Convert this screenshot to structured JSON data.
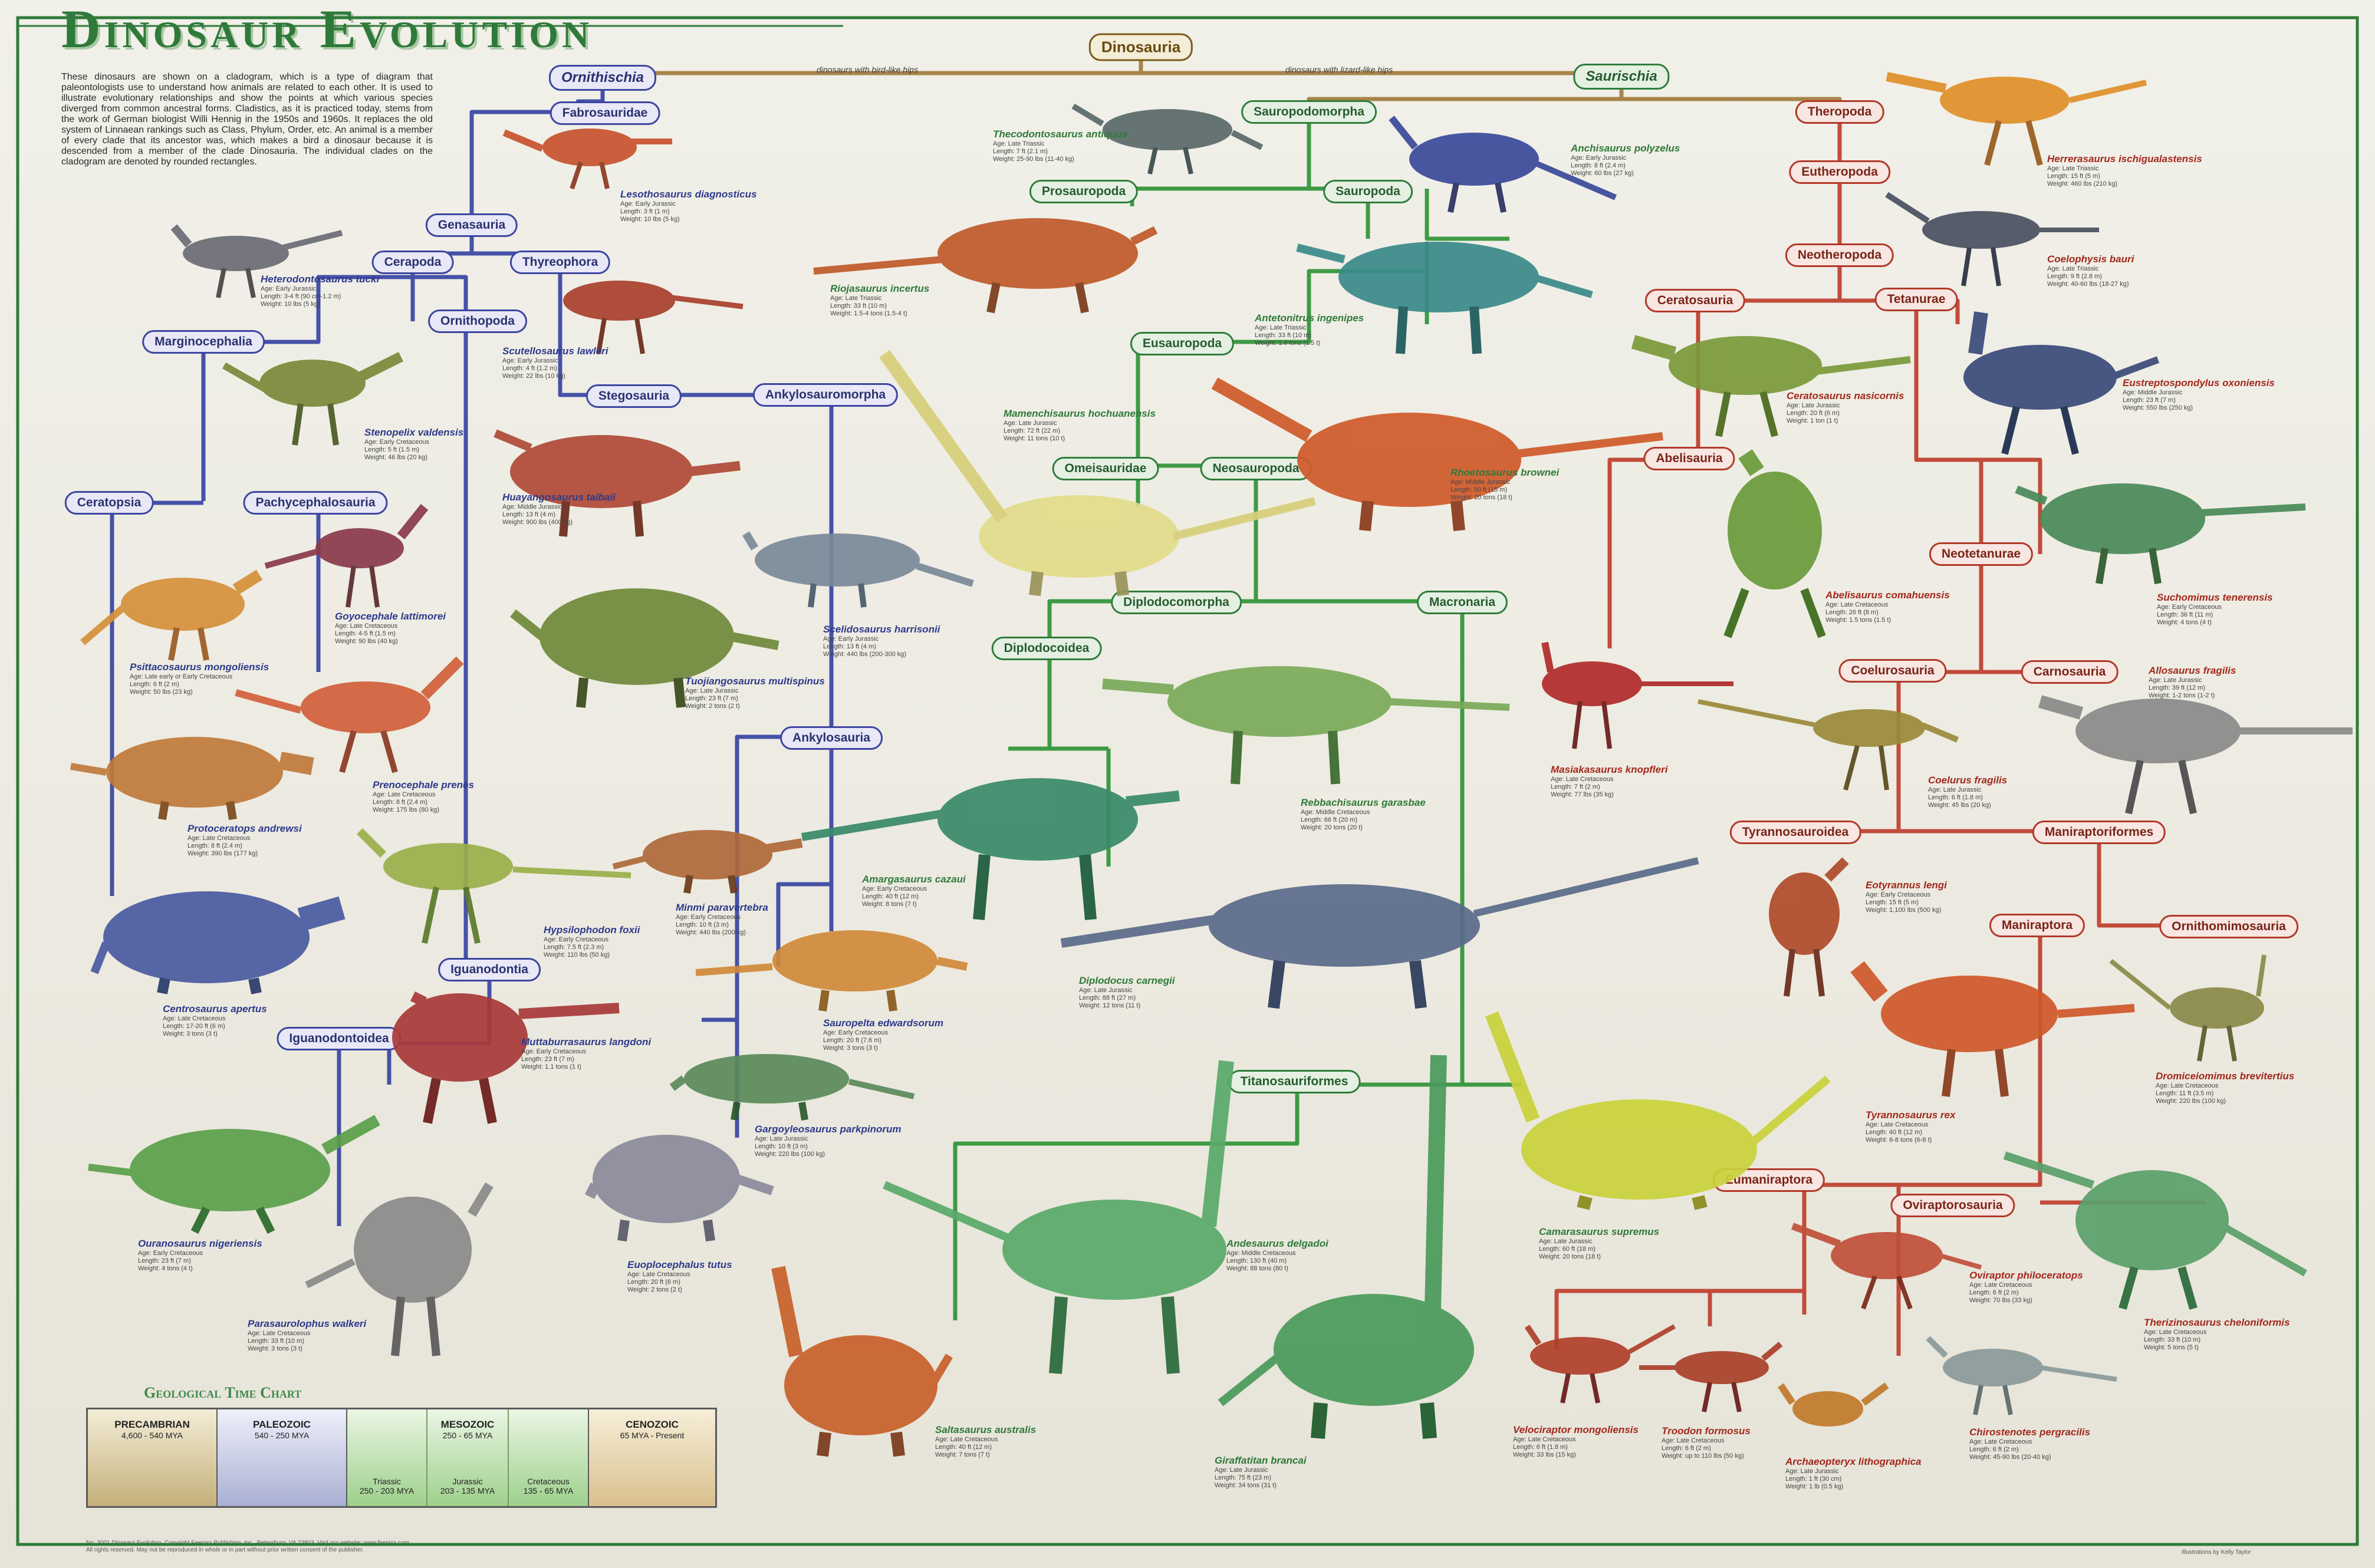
{
  "title": "Dinosaur Evolution",
  "intro": "These dinosaurs are shown on a cladogram, which is a type of diagram that paleontologists use to understand how animals are related to each other. It is used to illustrate evolutionary relationships and show the points at which various species diverged from common ancestral forms. Cladistics, as it is practiced today, stems from the work of German biologist Willi Hennig in the 1950s and 1960s. It replaces the old system of Linnaean rankings such as Class, Phylum, Order, etc. An animal is a member of every clade that its ancestor was, which makes a bird a dinosaur because it is descended from a member of the clade Dinosauria. The individual clades on the cladogram are denoted by rounded rectangles.",
  "hips": {
    "bird": "dinosaurs with bird-like hips",
    "lizard": "dinosaurs with lizard-like hips"
  },
  "colors": {
    "ornithischia": "#4651a8",
    "sauropodomorpha": "#3f9a45",
    "theropoda": "#c24b3a",
    "root": "#a8844a",
    "title": "#2f7a3a"
  },
  "clades": {
    "dinosauria": "Dinosauria",
    "ornithischia": "Ornithischia",
    "saurischia": "Saurischia",
    "fabrosauridae": "Fabrosauridae",
    "genasauria": "Genasauria",
    "cerapoda": "Cerapoda",
    "thyreophora": "Thyreophora",
    "ornithopoda": "Ornithopoda",
    "marginocephalia": "Marginocephalia",
    "stegosauria": "Stegosauria",
    "ankylosauromorpha": "Ankylosauromorpha",
    "ceratopsia": "Ceratopsia",
    "pachycephalosauria": "Pachycephalosauria",
    "ankylosauria": "Ankylosauria",
    "iguanodontia": "Iguanodontia",
    "iguanodontoidea": "Iguanodontoidea",
    "sauropodomorpha": "Sauropodomorpha",
    "prosauropoda": "Prosauropoda",
    "sauropoda": "Sauropoda",
    "eusauropoda": "Eusauropoda",
    "omeisauridae": "Omeisauridae",
    "neosauropoda": "Neosauropoda",
    "diplodocomorpha": "Diplodocomorpha",
    "macronaria": "Macronaria",
    "diplodocoidea": "Diplodocoidea",
    "titanosauriformes": "Titanosauriformes",
    "theropoda": "Theropoda",
    "eutheropoda": "Eutheropoda",
    "neotheropoda": "Neotheropoda",
    "ceratosauria": "Ceratosauria",
    "tetanurae": "Tetanurae",
    "abelisauria": "Abelisauria",
    "neotetanurae": "Neotetanurae",
    "coelurosauria": "Coelurosauria",
    "carnosauria": "Carnosauria",
    "tyrannosauroidea": "Tyrannosauroidea",
    "maniraptoriformes": "Maniraptoriformes",
    "maniraptora": "Maniraptora",
    "ornithomimosauria": "Ornithomimosauria",
    "eumaniraptora": "Eumaniraptora",
    "oviraptorosauria": "Oviraptorosauria"
  },
  "species": [
    {
      "name": "Lesothosaurus diagnosticus",
      "info": "Age: Early Jurassic\nLength: 3 ft (1 m)\nWeight: 10 lbs (5 kg)",
      "group": "o"
    },
    {
      "name": "Heterodontosaurus tucki",
      "info": "Age: Early Jurassic\nLength: 3-4 ft (90 cm-1.2 m)\nWeight: 10 lbs (5 kg)",
      "group": "o"
    },
    {
      "name": "Scutellosaurus lawleri",
      "info": "Age: Early Jurassic\nLength: 4 ft (1.2 m)\nWeight: 22 lbs (10 kg)",
      "group": "o"
    },
    {
      "name": "Stenopelix valdensis",
      "info": "Age: Early Cretaceous\nLength: 5 ft (1.5 m)\nWeight: 46 lbs (20 kg)",
      "group": "o"
    },
    {
      "name": "Huayangosaurus taibaii",
      "info": "Age: Middle Jurassic\nLength: 13 ft (4 m)\nWeight: 900 lbs (400 kg)",
      "group": "o"
    },
    {
      "name": "Goyocephale lattimorei",
      "info": "Age: Late Cretaceous\nLength: 4-5 ft (1.5 m)\nWeight: 90 lbs (40 kg)",
      "group": "o"
    },
    {
      "name": "Psittacosaurus mongoliensis",
      "info": "Age: Late early or Early Cretaceous\nLength: 6 ft (2 m)\nWeight: 50 lbs (23 kg)",
      "group": "o"
    },
    {
      "name": "Tuojiangosaurus multispinus",
      "info": "Age: Late Jurassic\nLength: 23 ft (7 m)\nWeight: 2 tons (2 t)",
      "group": "o"
    },
    {
      "name": "Scelidosaurus harrisonii",
      "info": "Age: Early Jurassic\nLength: 13 ft (4 m)\nWeight: 440 lbs (200-300 kg)",
      "group": "o"
    },
    {
      "name": "Prenocephale prenes",
      "info": "Age: Late Cretaceous\nLength: 8 ft (2.4 m)\nWeight: 175 lbs (80 kg)",
      "group": "o"
    },
    {
      "name": "Protoceratops andrewsi",
      "info": "Age: Late Cretaceous\nLength: 8 ft (2.4 m)\nWeight: 390 lbs (177 kg)",
      "group": "o"
    },
    {
      "name": "Hypsilophodon foxii",
      "info": "Age: Early Cretaceous\nLength: 7.5 ft (2.3 m)\nWeight: 110 lbs (50 kg)",
      "group": "o"
    },
    {
      "name": "Minmi paravertebra",
      "info": "Age: Early Cretaceous\nLength: 10 ft (3 m)\nWeight: 440 lbs (200 kg)",
      "group": "o"
    },
    {
      "name": "Centrosaurus apertus",
      "info": "Age: Late Cretaceous\nLength: 17-20 ft (6 m)\nWeight: 3 tons (3 t)",
      "group": "o"
    },
    {
      "name": "Muttaburrasaurus langdoni",
      "info": "Age: Early Cretaceous\nLength: 23 ft (7 m)\nWeight: 1.1 tons (1 t)",
      "group": "o"
    },
    {
      "name": "Sauropelta edwardsorum",
      "info": "Age: Early Cretaceous\nLength: 20 ft (7.6 m)\nWeight: 3 tons (3 t)",
      "group": "o"
    },
    {
      "name": "Gargoyleosaurus parkpinorum",
      "info": "Age: Late Jurassic\nLength: 10 ft (3 m)\nWeight: 220 lbs (100 kg)",
      "group": "o"
    },
    {
      "name": "Ouranosaurus nigeriensis",
      "info": "Age: Early Cretaceous\nLength: 23 ft (7 m)\nWeight: 4 tons (4 t)",
      "group": "o"
    },
    {
      "name": "Euoplocephalus tutus",
      "info": "Age: Late Cretaceous\nLength: 20 ft (6 m)\nWeight: 2 tons (2 t)",
      "group": "o"
    },
    {
      "name": "Parasaurolophus walkeri",
      "info": "Age: Late Cretaceous\nLength: 33 ft (10 m)\nWeight: 3 tons (3 t)",
      "group": "o"
    },
    {
      "name": "Thecodontosaurus antiquus",
      "info": "Age: Late Triassic\nLength: 7 ft (2.1 m)\nWeight: 25-90 lbs (11-40 kg)",
      "group": "s"
    },
    {
      "name": "Anchisaurus polyzelus",
      "info": "Age: Early Jurassic\nLength: 8 ft (2.4 m)\nWeight: 60 lbs (27 kg)",
      "group": "s"
    },
    {
      "name": "Riojasaurus incertus",
      "info": "Age: Late Triassic\nLength: 33 ft (10 m)\nWeight: 1.5-4 tons (1.5-4 t)",
      "group": "s"
    },
    {
      "name": "Antetonitrus ingenipes",
      "info": "Age: Late Triassic\nLength: 33 ft (10 m)\nWeight: 1.6 tons (1.5 t)",
      "group": "s"
    },
    {
      "name": "Mamenchisaurus hochuanensis",
      "info": "Age: Late Jurassic\nLength: 72 ft (22 m)\nWeight: 11 tons (10 t)",
      "group": "s"
    },
    {
      "name": "Rhoetosaurus brownei",
      "info": "Age: Middle Jurassic\nLength: 50 ft (15 m)\nWeight: 20 tons (18 t)",
      "group": "s"
    },
    {
      "name": "Rebbachisaurus garasbae",
      "info": "Age: Middle Cretaceous\nLength: 66 ft (20 m)\nWeight: 20 tons (20 t)",
      "group": "s"
    },
    {
      "name": "Amargasaurus cazaui",
      "info": "Age: Early Cretaceous\nLength: 40 ft (12 m)\nWeight: 8 tons (7 t)",
      "group": "s"
    },
    {
      "name": "Diplodocus carnegii",
      "info": "Age: Late Jurassic\nLength: 88 ft (27 m)\nWeight: 12 tons (11 t)",
      "group": "s"
    },
    {
      "name": "Camarasaurus supremus",
      "info": "Age: Late Jurassic\nLength: 60 ft (18 m)\nWeight: 20 tons (18 t)",
      "group": "s"
    },
    {
      "name": "Andesaurus delgadoi",
      "info": "Age: Middle Cretaceous\nLength: 130 ft (40 m)\nWeight: 88 tons (80 t)",
      "group": "s"
    },
    {
      "name": "Saltasaurus australis",
      "info": "Age: Late Cretaceous\nLength: 40 ft (12 m)\nWeight: 7 tons (7 t)",
      "group": "s"
    },
    {
      "name": "Giraffatitan brancai",
      "info": "Age: Late Jurassic\nLength: 75 ft (23 m)\nWeight: 34 tons (31 t)",
      "group": "s"
    },
    {
      "name": "Herrerasaurus ischigualastensis",
      "info": "Age: Late Triassic\nLength: 15 ft (5 m)\nWeight: 460 lbs (210 kg)",
      "group": "t"
    },
    {
      "name": "Coelophysis bauri",
      "info": "Age: Late Triassic\nLength: 9 ft (2.8 m)\nWeight: 40-60 lbs (18-27 kg)",
      "group": "t"
    },
    {
      "name": "Eustreptospondylus oxoniensis",
      "info": "Age: Middle Jurassic\nLength: 23 ft (7 m)\nWeight: 550 lbs (250 kg)",
      "group": "t"
    },
    {
      "name": "Ceratosaurus nasicornis",
      "info": "Age: Late Jurassic\nLength: 20 ft (6 m)\nWeight: 1 ton (1 t)",
      "group": "t"
    },
    {
      "name": "Abelisaurus comahuensis",
      "info": "Age: Late Cretaceous\nLength: 26 ft (8 m)\nWeight: 1.5 tons (1.5 t)",
      "group": "t"
    },
    {
      "name": "Suchomimus tenerensis",
      "info": "Age: Early Cretaceous\nLength: 36 ft (11 m)\nWeight: 4 tons (4 t)",
      "group": "t"
    },
    {
      "name": "Allosaurus fragilis",
      "info": "Age: Late Jurassic\nLength: 39 ft (12 m)\nWeight: 1-2 tons (1-2 t)",
      "group": "t"
    },
    {
      "name": "Masiakasaurus knopfleri",
      "info": "Age: Late Cretaceous\nLength: 7 ft (2 m)\nWeight: 77 lbs (35 kg)",
      "group": "t"
    },
    {
      "name": "Coelurus fragilis",
      "info": "Age: Late Jurassic\nLength: 6 ft (1.8 m)\nWeight: 45 lbs (20 kg)",
      "group": "t"
    },
    {
      "name": "Eotyrannus lengi",
      "info": "Age: Early Cretaceous\nLength: 15 ft (5 m)\nWeight: 1,100 lbs (500 kg)",
      "group": "t"
    },
    {
      "name": "Tyrannosaurus rex",
      "info": "Age: Late Cretaceous\nLength: 40 ft (12 m)\nWeight: 6-8 tons (6-8 t)",
      "group": "t"
    },
    {
      "name": "Dromiceiomimus brevitertius",
      "info": "Age: Late Cretaceous\nLength: 11 ft (3.5 m)\nWeight: 220 lbs (100 kg)",
      "group": "t"
    },
    {
      "name": "Oviraptor philoceratops",
      "info": "Age: Late Cretaceous\nLength: 6 ft (2 m)\nWeight: 70 lbs (33 kg)",
      "group": "t"
    },
    {
      "name": "Therizinosaurus cheloniformis",
      "info": "Age: Late Cretaceous\nLength: 33 ft (10 m)\nWeight: 5 tons (5 t)",
      "group": "t"
    },
    {
      "name": "Velociraptor mongoliensis",
      "info": "Age: Late Cretaceous\nLength: 6 ft (1.8 m)\nWeight: 33 lbs (15 kg)",
      "group": "t"
    },
    {
      "name": "Troodon formosus",
      "info": "Age: Late Cretaceous\nLength: 6 ft (2 m)\nWeight: up to 110 lbs (50 kg)",
      "group": "t"
    },
    {
      "name": "Archaeopteryx lithographica",
      "info": "Age: Late Jurassic\nLength: 1 ft (30 cm)\nWeight: 1 lb (0.5 kg)",
      "group": "t"
    },
    {
      "name": "Chirostenotes pergracilis",
      "info": "Age: Late Cretaceous\nLength: 6 ft (2 m)\nWeight: 45-90 lbs (20-40 kg)",
      "group": "t"
    }
  ],
  "geo": {
    "title": "Geological Time Chart",
    "precambrian": {
      "label": "PRECAMBRIAN",
      "range": "4,600 - 540 MYA",
      "color": "#c4b07a"
    },
    "paleozoic": {
      "label": "PALEOZOIC",
      "range": "540 - 250 MYA",
      "color": "#a9afd3"
    },
    "mesozoic": {
      "label": "MESOZOIC",
      "range": "250 - 65 MYA",
      "color": "#9ed08c"
    },
    "triassic": {
      "label": "Triassic",
      "range": "250 - 203 MYA"
    },
    "jurassic": {
      "label": "Jurassic",
      "range": "203 - 135 MYA"
    },
    "cretaceous": {
      "label": "Cretaceous",
      "range": "135 - 65 MYA"
    },
    "cenozoic": {
      "label": "CENOZOIC",
      "range": "65 MYA - Present",
      "color": "#d9c08e"
    }
  },
  "footer": {
    "left": "No. 3001 Dinosaur Evolution. Copyright Feenixx Publishing, Inc., Petersburg, VA 23803. Visit our website: www.feenixx.com\nAll rights reserved. May not be reproduced in whole or in part without prior written consent of the publisher.",
    "right": "Illustrations by Kelly Taylor"
  }
}
